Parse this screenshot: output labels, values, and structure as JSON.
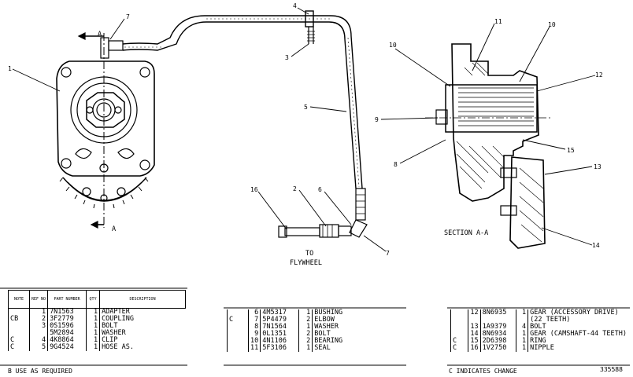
{
  "labels": {
    "callouts": [
      "1",
      "7",
      "4",
      "3",
      "5",
      "9",
      "8",
      "10",
      "11",
      "10",
      "12",
      "15",
      "13",
      "14",
      "16",
      "2",
      "6",
      "7"
    ],
    "section_arrow_top": "A",
    "section_arrow_bottom": "A",
    "to_flywheel_1": "TO",
    "to_flywheel_2": "FLYWHEEL",
    "section_caption": "SECTION A-A"
  },
  "table_header": {
    "note": "NOTE",
    "ref": "REF NO",
    "part": "PART NUMBER",
    "qty": "QTY",
    "desc": "DESCRIPTION"
  },
  "parts_left": [
    {
      "note": "",
      "ref": "1",
      "part": "7N1563",
      "qty": "1",
      "desc": "ADAPTER"
    },
    {
      "note": "CB",
      "ref": "2",
      "part": "3F2779",
      "qty": "1",
      "desc": "COUPLING"
    },
    {
      "note": "",
      "ref": "3",
      "part": "0S1596",
      "qty": "1",
      "desc": "BOLT"
    },
    {
      "note": "",
      "ref": "",
      "part": "5M2894",
      "qty": "1",
      "desc": "WASHER"
    },
    {
      "note": "C",
      "ref": "4",
      "part": "4K8864",
      "qty": "1",
      "desc": "CLIP"
    },
    {
      "note": "C",
      "ref": "5",
      "part": "9G4524",
      "qty": "1",
      "desc": "HOSE AS."
    }
  ],
  "parts_mid": [
    {
      "note": "",
      "ref": "6",
      "part": "4M5317",
      "qty": "1",
      "desc": "BUSHING"
    },
    {
      "note": "C",
      "ref": "7",
      "part": "5P4479",
      "qty": "2",
      "desc": "ELBOW"
    },
    {
      "note": "",
      "ref": "8",
      "part": "7N1564",
      "qty": "1",
      "desc": "WASHER"
    },
    {
      "note": "",
      "ref": "9",
      "part": "0L1351",
      "qty": "2",
      "desc": "BOLT"
    },
    {
      "note": "",
      "ref": "10",
      "part": "4N1106",
      "qty": "2",
      "desc": "BEARING"
    },
    {
      "note": "",
      "ref": "11",
      "part": "5F3106",
      "qty": "1",
      "desc": "SEAL"
    }
  ],
  "parts_right": [
    {
      "note": "",
      "ref": "12",
      "part": "8N6935",
      "qty": "1",
      "desc": "GEAR (ACCESSORY DRIVE)"
    },
    {
      "note": "",
      "ref": "",
      "part": "",
      "qty": "",
      "desc": "(22 TEETH)"
    },
    {
      "note": "",
      "ref": "13",
      "part": "1A9379",
      "qty": "4",
      "desc": "BOLT"
    },
    {
      "note": "",
      "ref": "14",
      "part": "8N6934",
      "qty": "1",
      "desc": "GEAR (CAMSHAFT-44 TEETH)"
    },
    {
      "note": "C",
      "ref": "15",
      "part": "2D6398",
      "qty": "1",
      "desc": "RING"
    },
    {
      "note": "C",
      "ref": "16",
      "part": "1V2750",
      "qty": "1",
      "desc": "NIPPLE"
    }
  ],
  "footer": {
    "left_note": "B  USE AS REQUIRED",
    "right_note": "C  INDICATES CHANGE",
    "drawing_number": "335588"
  }
}
